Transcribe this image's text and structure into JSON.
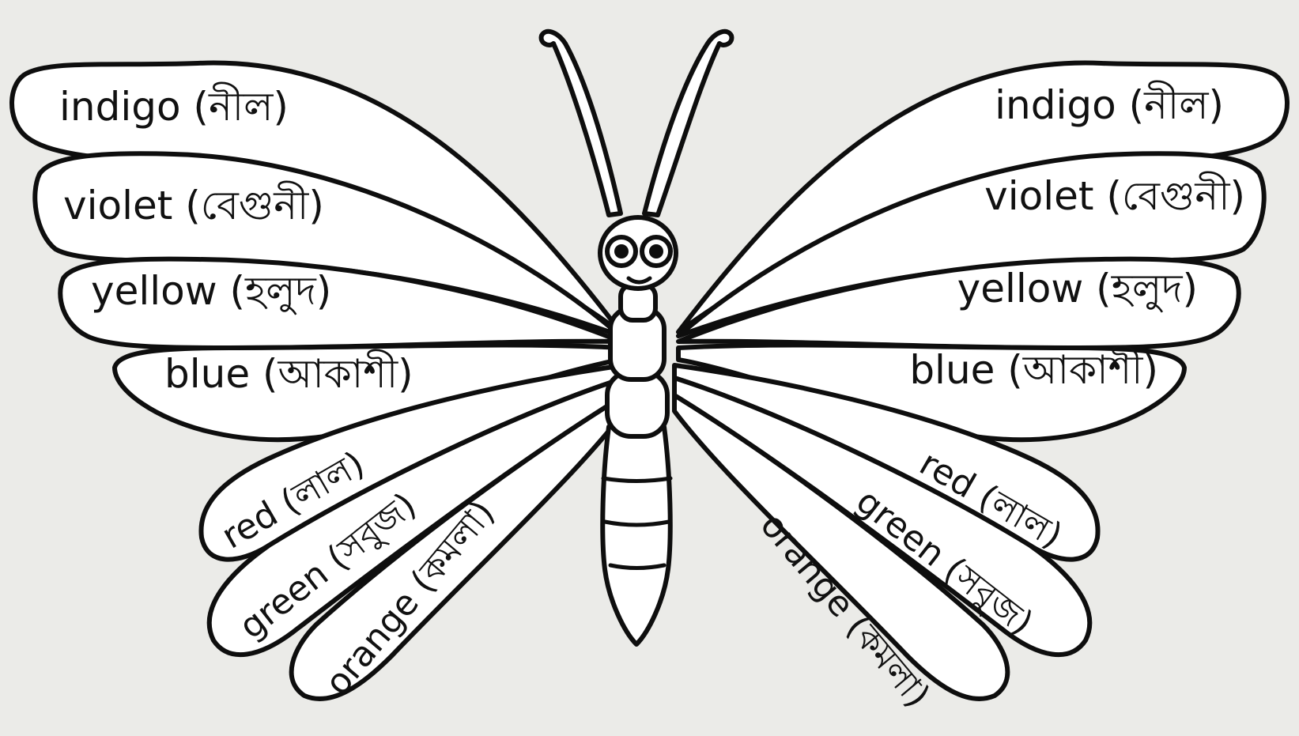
{
  "wings": {
    "left_upper": [
      {
        "label": "indigo (নীল)"
      },
      {
        "label": "violet (বেগুনী)"
      },
      {
        "label": "yellow (হলুদ)"
      },
      {
        "label": "blue (আকাশী)"
      }
    ],
    "right_upper": [
      {
        "label": "indigo (নীল)"
      },
      {
        "label": "violet (বেগুনী)"
      },
      {
        "label": "yellow (হলুদ)"
      },
      {
        "label": "blue (আকাশী)"
      }
    ],
    "left_lower": [
      {
        "label": "red (লাল)"
      },
      {
        "label": "green (সবুজ)"
      },
      {
        "label": "orange (কমলা)"
      }
    ],
    "right_lower": [
      {
        "label": "red (লাল)"
      },
      {
        "label": "green (সবুজ)"
      },
      {
        "label": "orange (কমলা)"
      }
    ]
  },
  "colors": {
    "background": "#ebebe8",
    "ink": "#0e0e0e",
    "fill": "#ffffff"
  }
}
